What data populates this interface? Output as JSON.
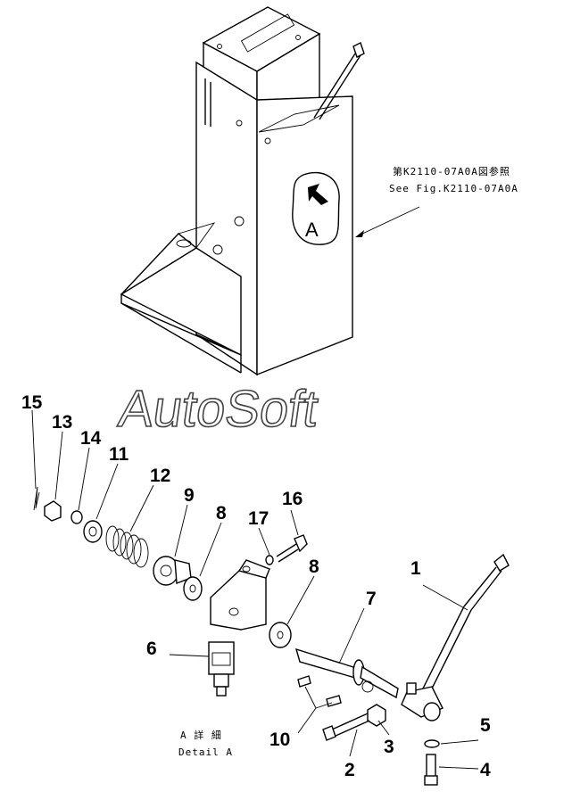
{
  "reference": {
    "japanese": "第K2110-07A0A図参照",
    "english": "See Fig.K2110-07A0A",
    "view_marker": "A"
  },
  "watermark": "AutoSoft",
  "detail": {
    "japanese": "A 詳 細",
    "english": "Detail A"
  },
  "callouts": {
    "p1": "1",
    "p2": "2",
    "p3": "3",
    "p4": "4",
    "p5": "5",
    "p6": "6",
    "p7": "7",
    "p8a": "8",
    "p8b": "8",
    "p9": "9",
    "p10": "10",
    "p11": "11",
    "p12": "12",
    "p13": "13",
    "p14": "14",
    "p15": "15",
    "p16": "16",
    "p17": "17"
  }
}
